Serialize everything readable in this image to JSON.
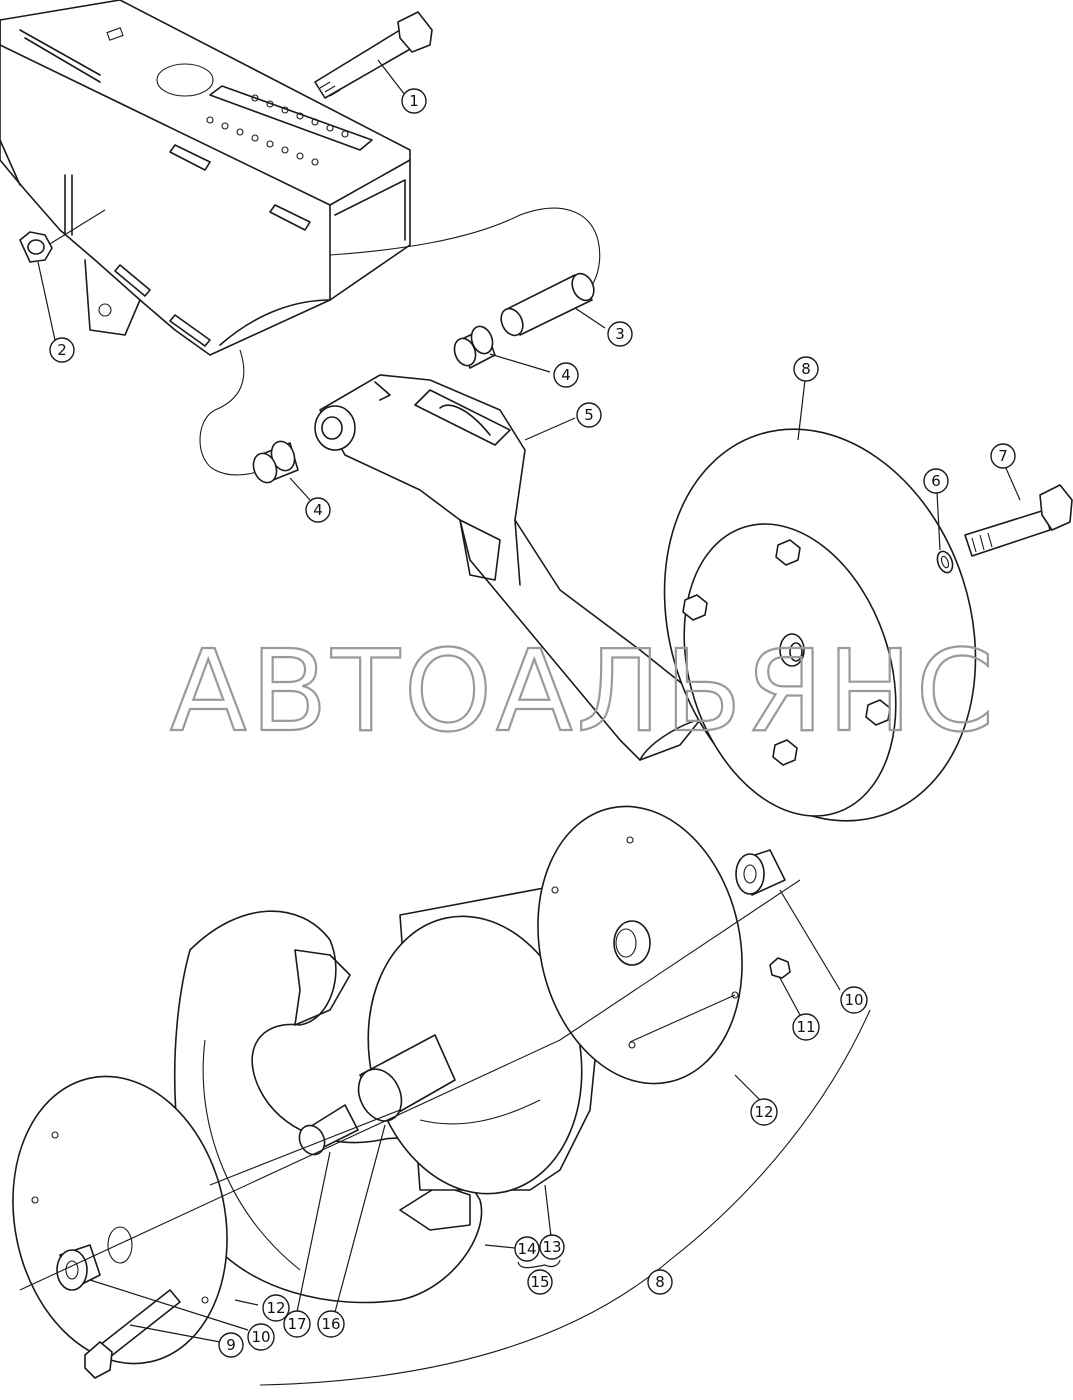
{
  "watermark": "АВТОАЛЬЯНС",
  "callouts": [
    {
      "id": "c1",
      "label": "1"
    },
    {
      "id": "c2",
      "label": "2"
    },
    {
      "id": "c3",
      "label": "3"
    },
    {
      "id": "c4a",
      "label": "4"
    },
    {
      "id": "c4b",
      "label": "4"
    },
    {
      "id": "c5",
      "label": "5"
    },
    {
      "id": "c6",
      "label": "6"
    },
    {
      "id": "c7",
      "label": "7"
    },
    {
      "id": "c8a",
      "label": "8"
    },
    {
      "id": "c8b",
      "label": "8"
    },
    {
      "id": "c9",
      "label": "9"
    },
    {
      "id": "c10a",
      "label": "10"
    },
    {
      "id": "c10b",
      "label": "10"
    },
    {
      "id": "c11",
      "label": "11"
    },
    {
      "id": "c12a",
      "label": "12"
    },
    {
      "id": "c12b",
      "label": "12"
    },
    {
      "id": "c13",
      "label": "13"
    },
    {
      "id": "c14",
      "label": "14"
    },
    {
      "id": "c15",
      "label": "15"
    },
    {
      "id": "c16",
      "label": "16"
    },
    {
      "id": "c17",
      "label": "17"
    }
  ]
}
